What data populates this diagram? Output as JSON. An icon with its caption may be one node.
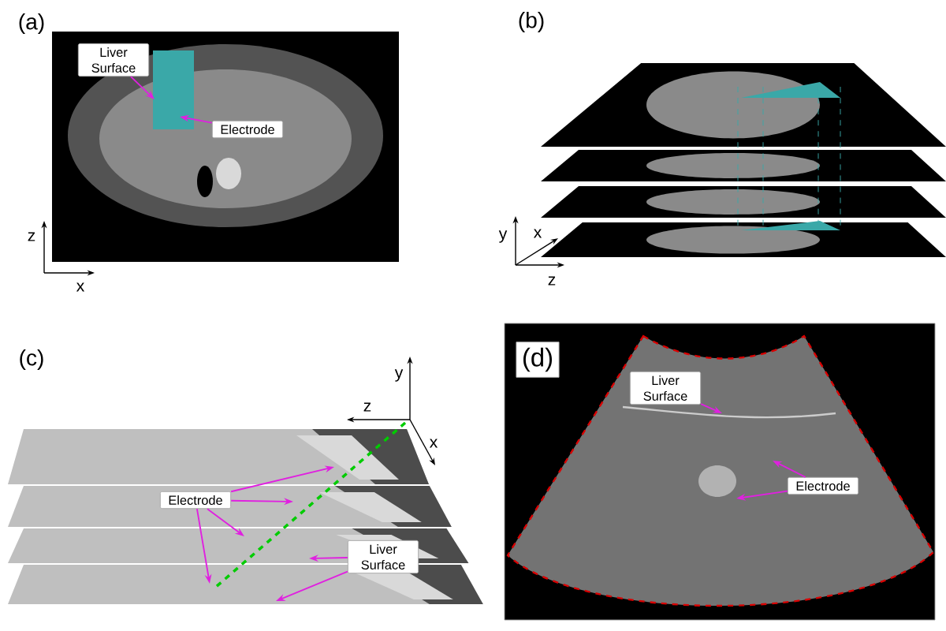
{
  "diagram": {
    "nodes": [
      {
        "text": [
          "Liver Surface"
        ]
      },
      {
        "text": [
          "Electrode"
        ]
      },
      {
        "text": [
          "Electrode"
        ]
      },
      {
        "text": [
          "Liver Surface"
        ]
      },
      {
        "text": [
          "(d)"
        ]
      },
      {
        "text": [
          "Liver Surface"
        ]
      },
      {
        "text": [
          "Electrode"
        ]
      }
    ],
    "edges": [
      {
        "from": 0,
        "to": null,
        "arrow": "to"
      },
      {
        "from": 1,
        "to": null,
        "arrow": "to"
      },
      {
        "from": 2,
        "to": null,
        "arrow": "to"
      },
      {
        "from": 2,
        "to": null,
        "arrow": "to"
      },
      {
        "from": 2,
        "to": null,
        "arrow": "to"
      },
      {
        "from": 2,
        "to": null,
        "arrow": "to"
      },
      {
        "from": 3,
        "to": null,
        "arrow": "to"
      },
      {
        "from": 3,
        "to": null,
        "arrow": "to"
      },
      {
        "from": 5,
        "to": null,
        "arrow": "to"
      },
      {
        "from": 6,
        "to": null,
        "arrow": "to"
      },
      {
        "from": 6,
        "to": null,
        "arrow": "to"
      }
    ],
    "labels": [
      "(a)",
      "z",
      "x",
      "(b)",
      "y",
      "x",
      "z",
      "(c)",
      "y",
      "z",
      "x"
    ]
  }
}
